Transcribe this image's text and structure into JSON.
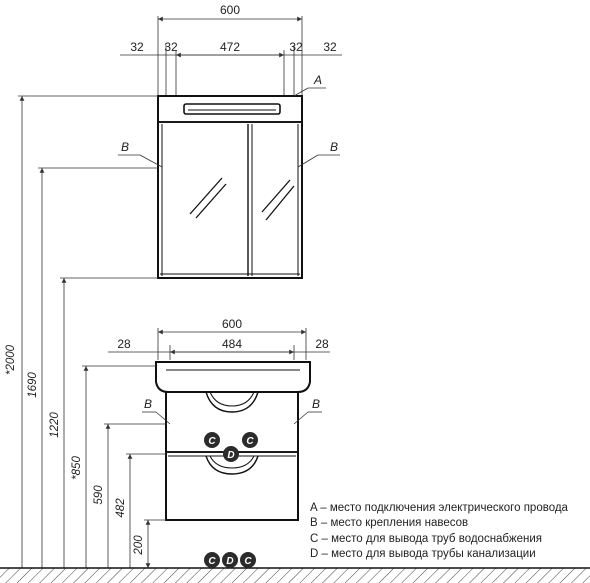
{
  "top_dims": {
    "overall": "600",
    "left_outer": "32",
    "left_inner": "32",
    "middle": "472",
    "right_inner": "32",
    "right_outer": "32"
  },
  "bottom_dims": {
    "overall": "600",
    "left": "28",
    "middle": "484",
    "right": "28"
  },
  "vertical_dims": {
    "h2000": "*2000",
    "h1690": "1690",
    "h1220": "1220",
    "h850": "*850",
    "h590": "590",
    "h482": "482",
    "h200": "200"
  },
  "markers": {
    "a_top": "A",
    "b_mirror_left": "B",
    "b_mirror_right": "B",
    "b_cabinet_left": "B",
    "b_cabinet_right": "B",
    "c1": "C",
    "c2": "C",
    "d_cabinet": "D",
    "floor_c1": "C",
    "floor_d": "D",
    "floor_c2": "C"
  },
  "legend": {
    "a": "A – место подключения электрического провода",
    "b": "B – место крепления навесов",
    "c": "C – место для вывода труб водоснабжения",
    "d": "D – место для вывода трубы канализации"
  }
}
